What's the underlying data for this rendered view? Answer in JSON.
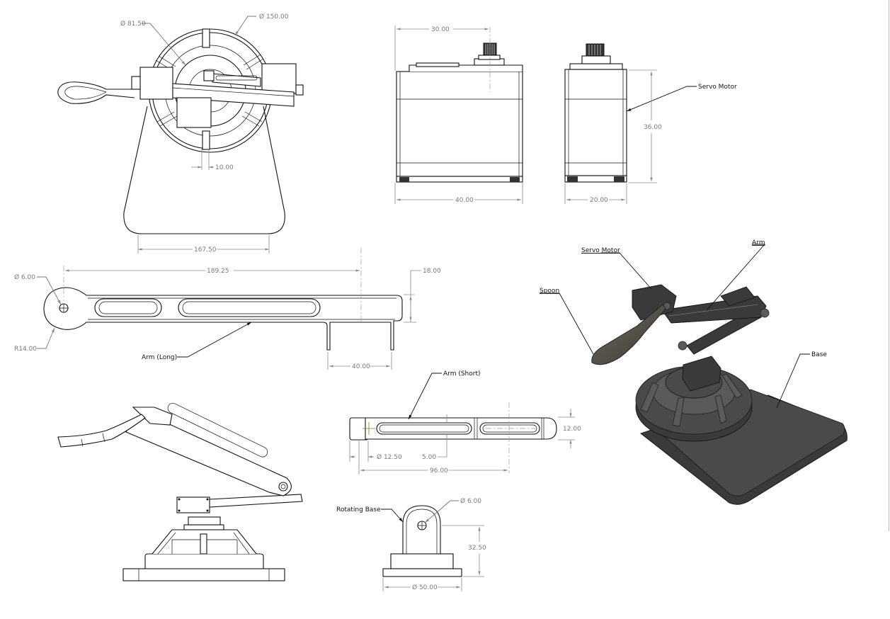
{
  "drawing": {
    "title": "Robotic Feeding Arm Assembly Drawing",
    "units": "mm",
    "colors": {
      "outline": "#111111",
      "dimension": "#7a7a7a",
      "shaded_model": "#4a4a4a",
      "background": "#ffffff"
    }
  },
  "views": {
    "top_view": {
      "dimensions": {
        "outer_diameter": "Ø 150.00",
        "inner_diameter": "Ø 81.50",
        "slot_width": "10.00",
        "base_width": "167.50"
      }
    },
    "servo_front": {
      "dimensions": {
        "shaft_offset": "30.00",
        "width": "40.00"
      }
    },
    "servo_side": {
      "label": "Servo Motor",
      "dimensions": {
        "height": "36.00",
        "depth": "20.00"
      }
    },
    "arm_long": {
      "label": "Arm (Long)",
      "dimensions": {
        "length": "189.25",
        "hole_diameter": "Ø 6.00",
        "end_radius": "R14.00",
        "height": "18.00",
        "leg_spacing": "40.00"
      }
    },
    "arm_short": {
      "label": "Arm (Short)",
      "dimensions": {
        "boss_diameter": "Ø 12.50",
        "slot_width": "5.00",
        "length": "96.00",
        "height": "12.00"
      }
    },
    "rotating_base": {
      "label": "Rotating Base",
      "dimensions": {
        "hole_diameter": "Ø 6.00",
        "height": "32.50",
        "diameter": "Ø 50.00"
      }
    },
    "isometric": {
      "labels": {
        "servo": "Servo Motor",
        "arm": "Arm",
        "spoon": "Spoon",
        "base": "Base"
      }
    }
  }
}
